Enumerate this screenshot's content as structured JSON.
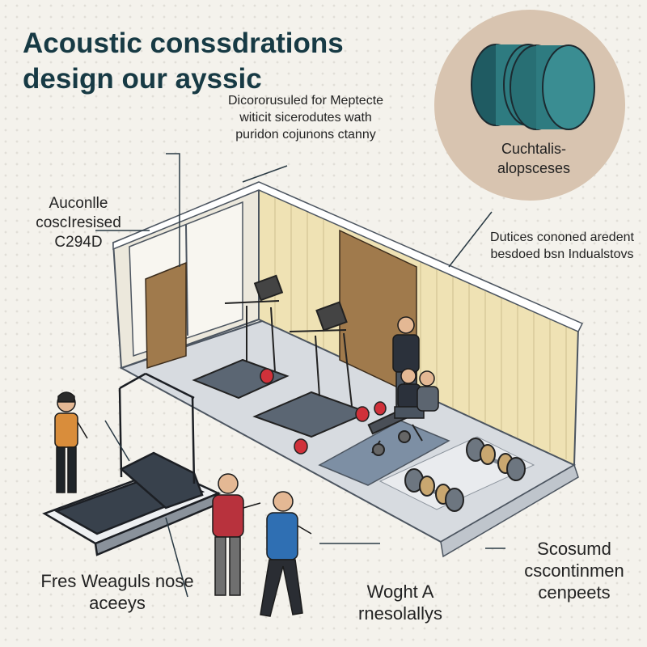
{
  "title": "Acoustic conssdrations design our ayssic",
  "labels": {
    "top": "Dicororusuled for Meptecte witicit sicerodutes wath puridon cojunons ctanny",
    "left": "Auconlle coscIresised C294D",
    "right": "Dutices cononed aredent besdoed bsn Indualstovs",
    "bottom_left": "Fres Weaguls nose aceeys",
    "bottom_mid": "Woght A rnesolallys",
    "bottom_right": "Scosumd cscontinmen cenpeets",
    "badge": "Cuchtalis- alopsceses"
  },
  "colors": {
    "background": "#f4f2ec",
    "title": "#173a44",
    "wall_panel": "#efe2b4",
    "floor": "#d7dbe0",
    "mat": "#7d8fa4",
    "badge_bg": "#d8c4b0",
    "puck": "#2e7b80",
    "accent_red": "#d0313a"
  },
  "icons": [
    "acoustic-puck-icon",
    "treadmill-icon",
    "dumbbell-icon",
    "weight-plate-icon",
    "person-icon"
  ]
}
